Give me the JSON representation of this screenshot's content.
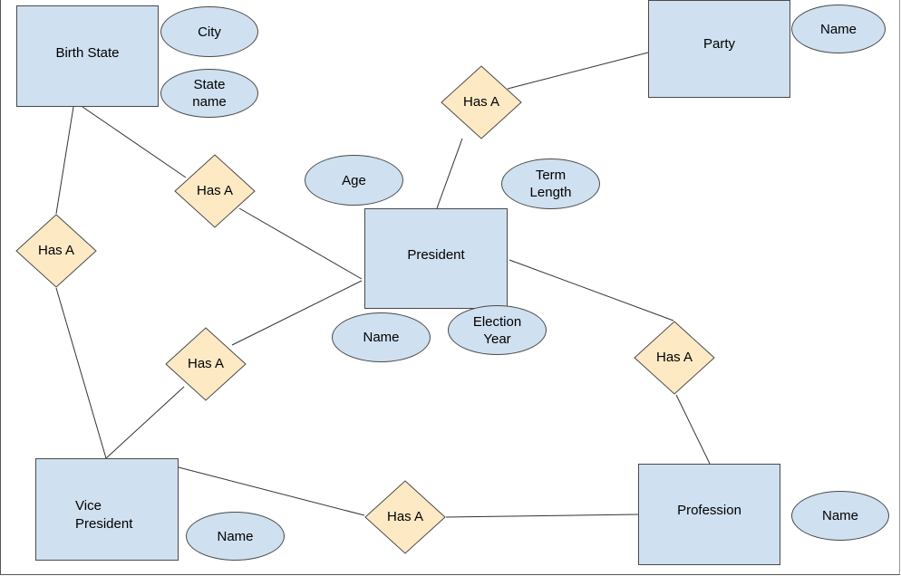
{
  "entities": {
    "birth_state": "Birth State",
    "party": "Party",
    "president": "President",
    "vice_president": "Vice\nPresident",
    "profession": "Profession"
  },
  "attributes": {
    "city": "City",
    "state_name": "State\nname",
    "party_name": "Name",
    "age": "Age",
    "term_length": "Term\nLength",
    "president_name": "Name",
    "election_year": "Election\nYear",
    "vp_name": "Name",
    "profession_name": "Name"
  },
  "relationships": {
    "president_party": "Has A",
    "birthstate_president": "Has A",
    "birthstate_vp": "Has A",
    "vp_president": "Has A",
    "president_profession": "Has A",
    "vp_profession": "Has A"
  },
  "colors": {
    "entity_fill": "#cfe0f0",
    "relationship_fill": "#fde9c4",
    "stroke": "#4a4a4a"
  }
}
